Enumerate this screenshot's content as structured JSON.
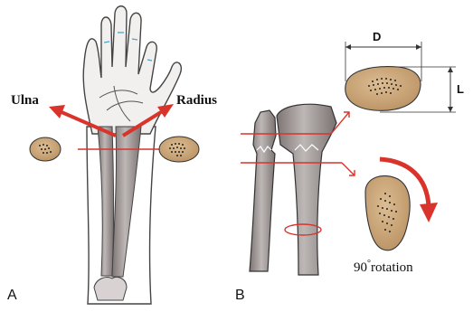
{
  "panel_a": {
    "letter": "A",
    "ulna_label": "Ulna",
    "radius_label": "Radius"
  },
  "panel_b": {
    "letter": "B",
    "dimension_d": "D",
    "dimension_l": "L",
    "rotation_value": "90",
    "rotation_degree": "°",
    "rotation_word": "rotation"
  },
  "colors": {
    "arrow_red": "#d9342b",
    "bone_gray": "#8f8887",
    "section_fill": "#c9a57a",
    "outline": "#333333"
  }
}
